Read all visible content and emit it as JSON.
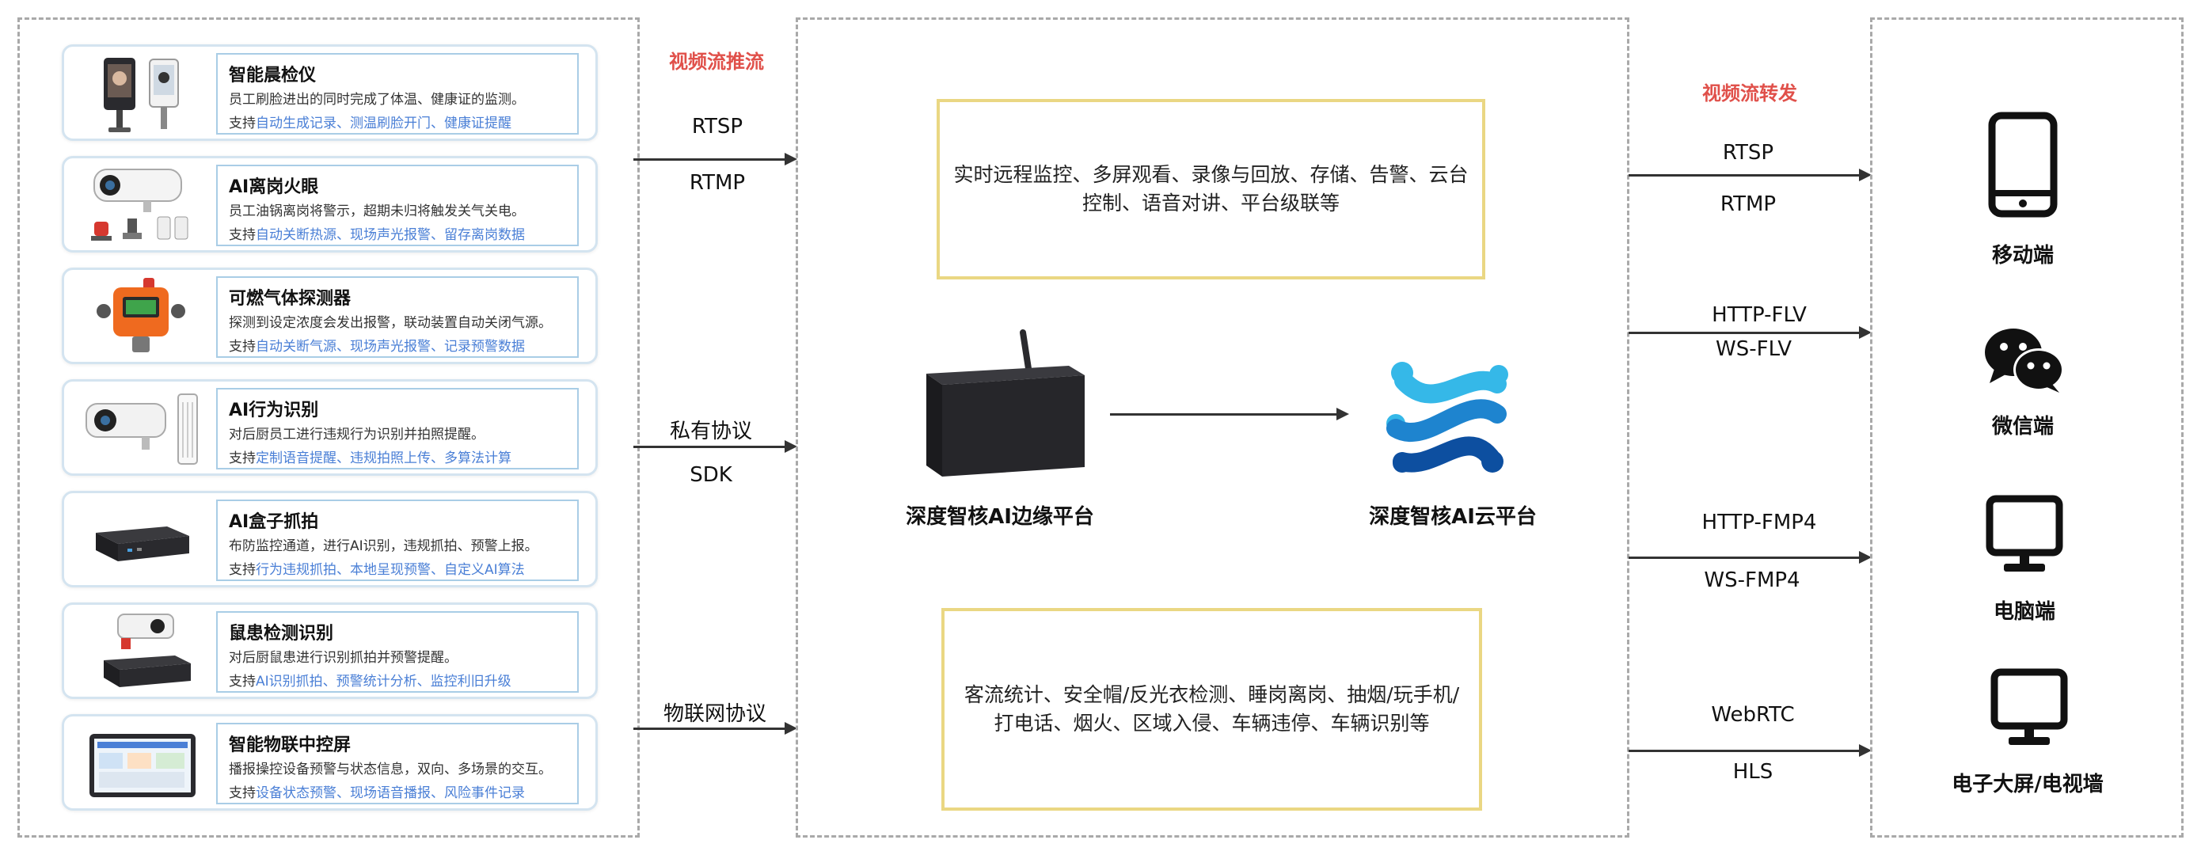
{
  "left_section": {
    "flow_label": "视频流推流",
    "protocols": [
      "RTSP",
      "RTMP",
      "私有协议",
      "SDK",
      "物联网协议"
    ],
    "devices": [
      {
        "title": "智能晨检仪",
        "description": "员工刷脸进出的同时完成了体温、健康证的监测。",
        "support_prefix": "支持",
        "support_items": "自动生成记录、测温刷脸开门、健康证提醒",
        "icon": "face-recognition-terminal-icon"
      },
      {
        "title": "AI离岗火眼",
        "description": "员工油锅离岗将警示，超期未归将触发关气关电。",
        "support_prefix": "支持",
        "support_items": "自动关断热源、现场声光报警、留存离岗数据",
        "icon": "bullet-camera-alarm-icon"
      },
      {
        "title": "可燃气体探测器",
        "description": "探测到设定浓度会发出报警，联动装置自动关闭气源。",
        "support_prefix": "支持",
        "support_items": "自动关断气源、现场声光报警、记录预警数据",
        "icon": "gas-detector-icon"
      },
      {
        "title": "AI行为识别",
        "description": "对后厨员工进行违规行为识别并拍照提醒。",
        "support_prefix": "支持",
        "support_items": "定制语音提醒、违规拍照上传、多算法计算",
        "icon": "behavior-camera-icon"
      },
      {
        "title": "AI盒子抓拍",
        "description": "布防监控通道，进行AI识别，违规抓拍、预警上报。",
        "support_prefix": "支持",
        "support_items": "行为违规抓拍、本地呈现预警、自定义AI算法",
        "icon": "ai-box-icon"
      },
      {
        "title": "鼠患检测识别",
        "description": "对后厨鼠患进行识别抓拍并预警提醒。",
        "support_prefix": "支持",
        "support_items": "AI识别抓拍、预警统计分析、监控利旧升级",
        "icon": "rodent-camera-icon"
      },
      {
        "title": "智能物联中控屏",
        "description": "播报操控设备预警与状态信息，双向、多场景的交互。",
        "support_prefix": "支持",
        "support_items": "设备状态预警、现场语音播报、风险事件记录",
        "icon": "control-screen-icon"
      }
    ]
  },
  "center_section": {
    "top_features": "实时远程监控、多屏观看、录像与回放、存储、告警、云台控制、语音对讲、平台级联等",
    "bottom_features": "客流统计、安全帽/反光衣检测、睡岗离岗、抽烟/玩手机/打电话、烟火、区域入侵、车辆违停、车辆识别等",
    "edge_platform": "深度智核AI边缘平台",
    "cloud_platform": "深度智核AI云平台"
  },
  "right_section": {
    "flow_label": "视频流转发",
    "protocols": [
      "RTSP",
      "RTMP",
      "HTTP-FLV",
      "WS-FLV",
      "HTTP-FMP4",
      "WS-FMP4",
      "WebRTC",
      "HLS"
    ],
    "clients": [
      {
        "label": "移动端",
        "icon": "smartphone-icon"
      },
      {
        "label": "微信端",
        "icon": "wechat-icon"
      },
      {
        "label": "电脑端",
        "icon": "monitor-icon"
      },
      {
        "label": "电子大屏/电视墙",
        "icon": "large-screen-icon"
      }
    ]
  },
  "colors": {
    "accent_red": "#e0504a",
    "link_blue": "#4a7fd6",
    "box_yellow": "#ead783",
    "card_border": "#a9cde6",
    "logo_light": "#35b8e8",
    "logo_dark": "#0d4fa0"
  }
}
